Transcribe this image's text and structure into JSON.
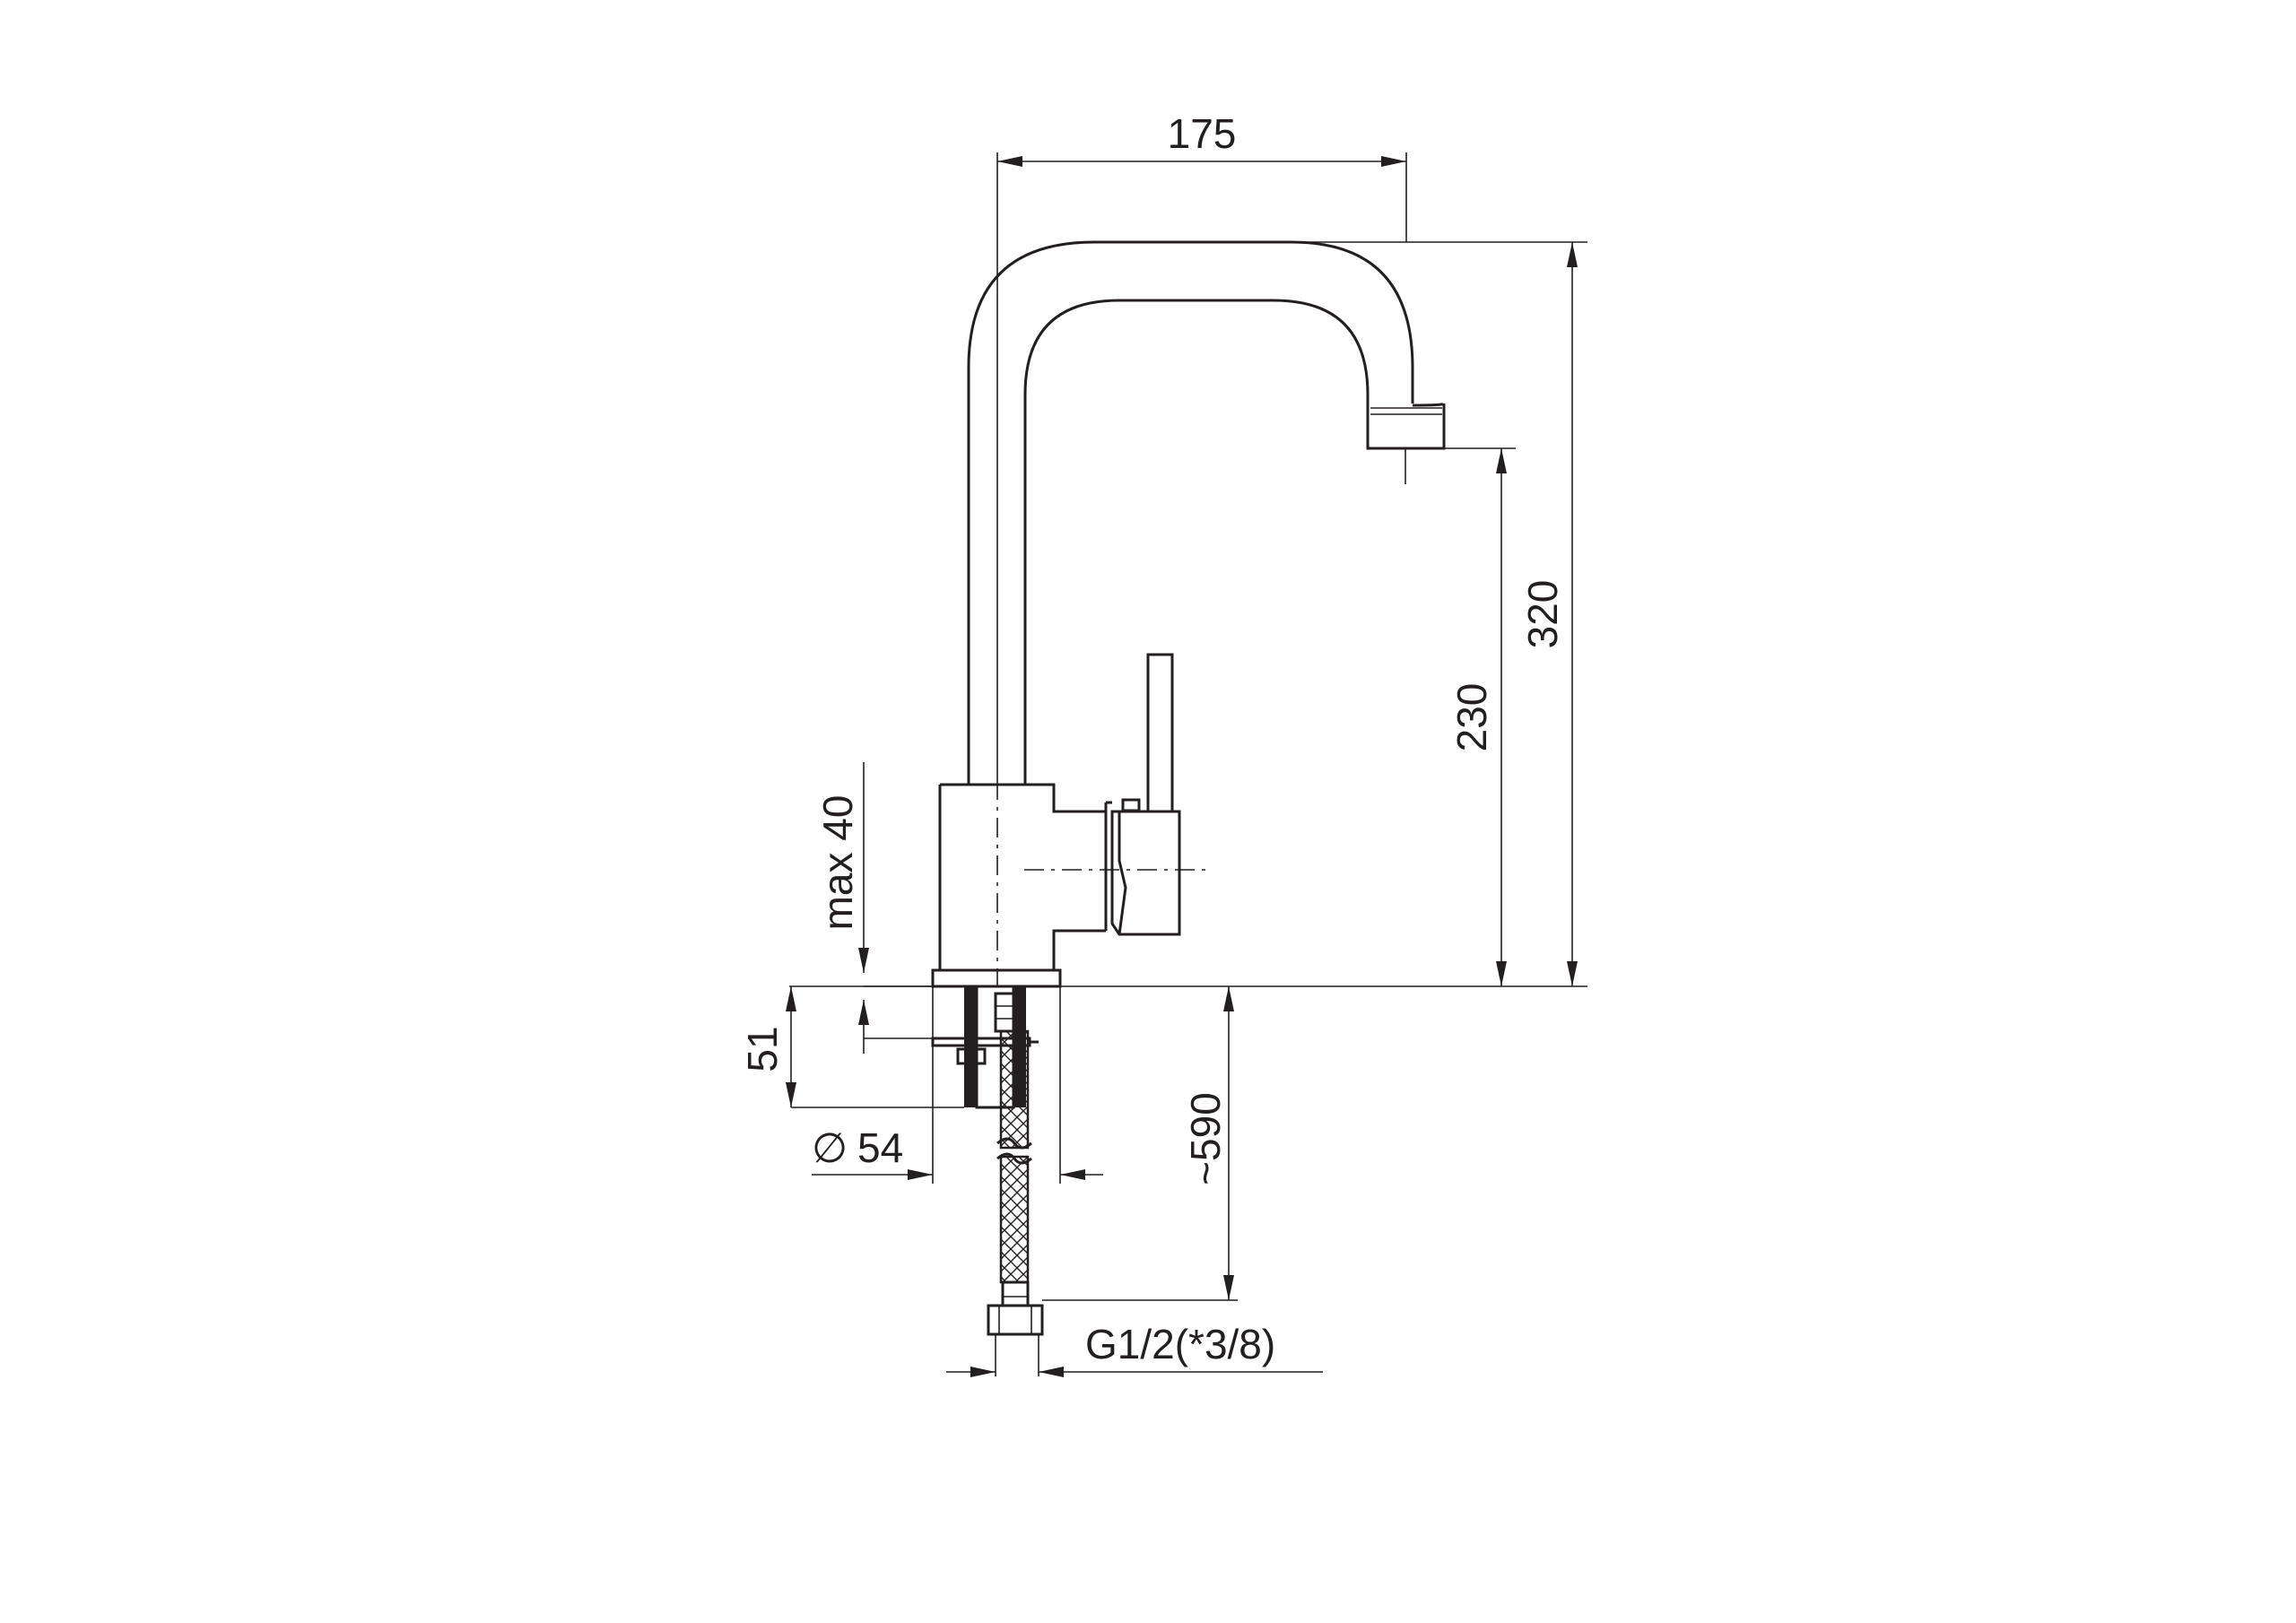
{
  "dimensions": {
    "spout_reach": "175",
    "total_height": "320",
    "spout_height": "230",
    "max_deck_thickness": "max 40",
    "shank_length": "51",
    "base_diameter_symbol": "∅",
    "base_diameter": "54",
    "hose_length": "~590",
    "connection_thread": "G1/2(*3/8)"
  }
}
